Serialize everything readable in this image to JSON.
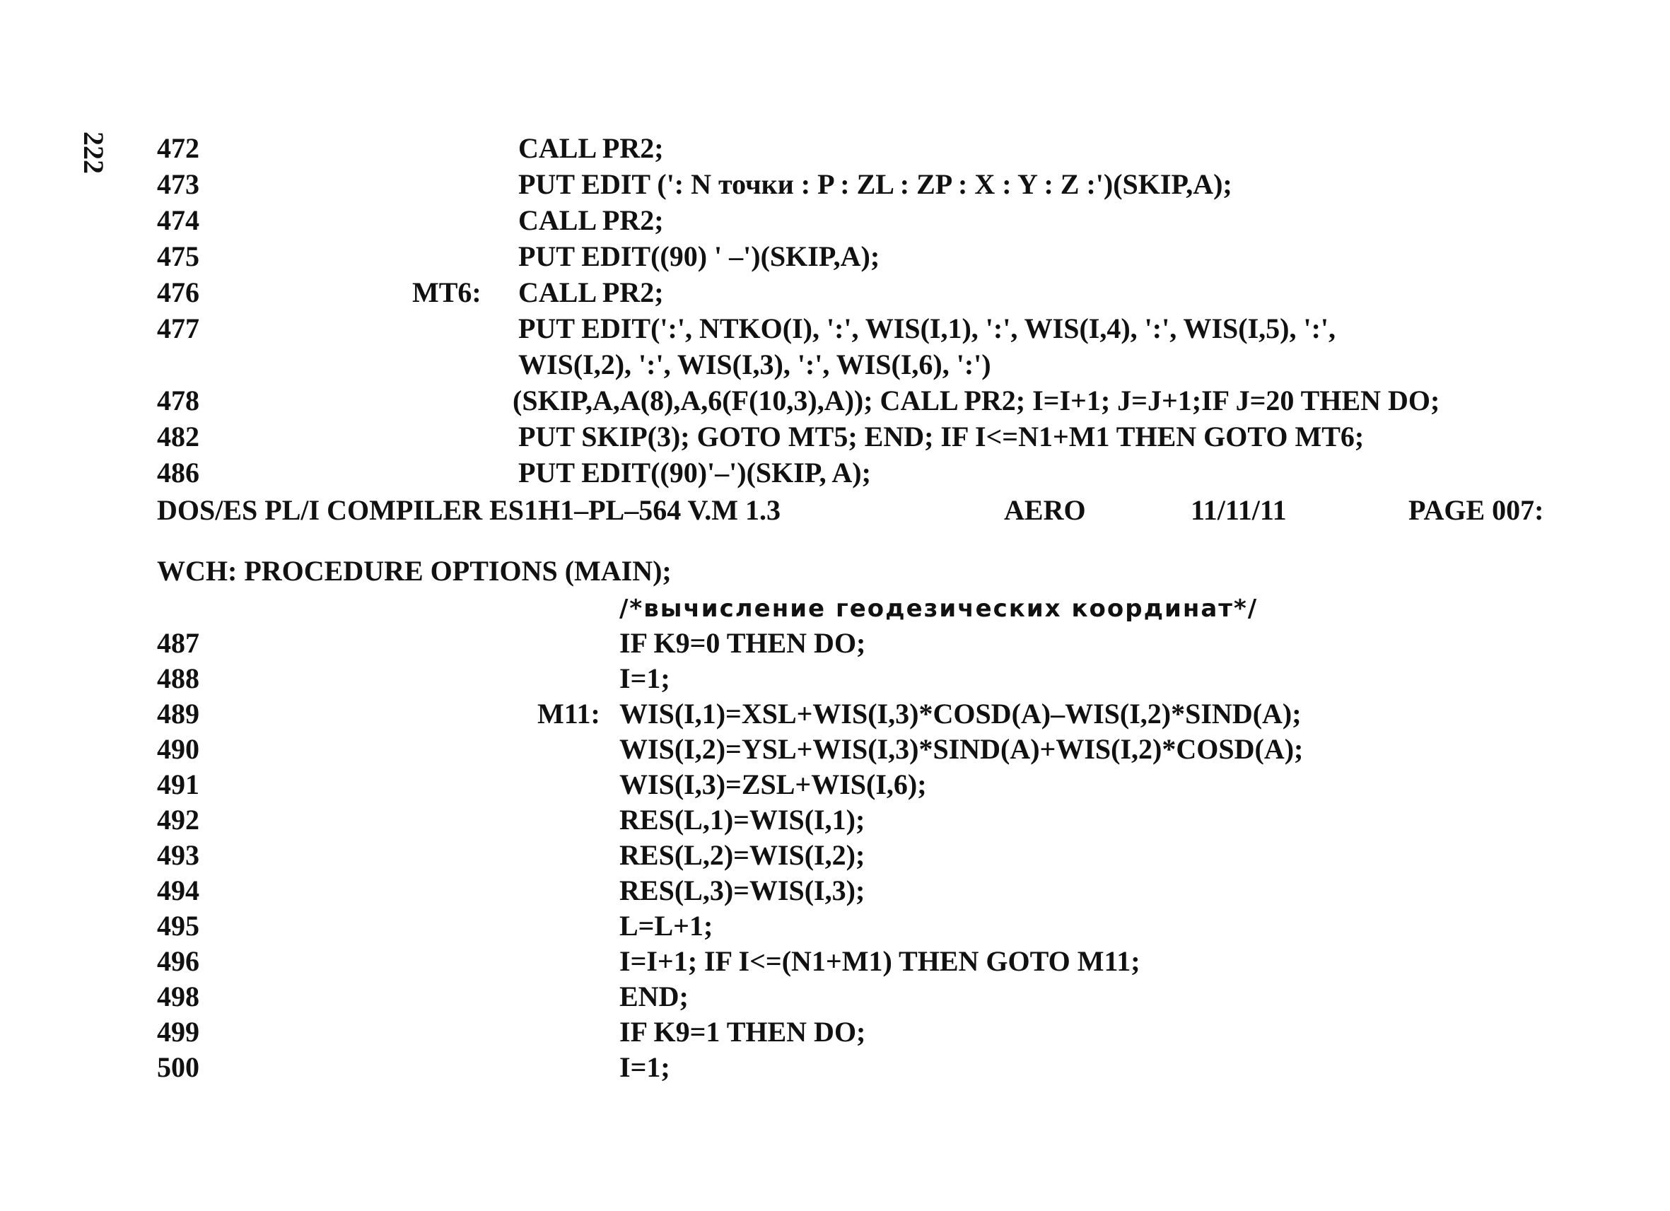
{
  "page_number": "222",
  "block1": [
    {
      "num": "472",
      "label": "",
      "code": "CALL PR2;"
    },
    {
      "num": "473",
      "label": "",
      "code": "PUT EDIT (': N  точки  :  P  :  ZL  :  ZP  :  X  :  Y  :  Z  :')(SKIP,A);"
    },
    {
      "num": "474",
      "label": "",
      "code": "CALL PR2;"
    },
    {
      "num": "475",
      "label": "",
      "code": "PUT EDIT((90) ' –')(SKIP,A);"
    },
    {
      "num": "476",
      "label": "MT6:",
      "code": "CALL PR2;"
    },
    {
      "num": "477",
      "label": "",
      "code": "PUT EDIT(':', NTKO(I), ':', WIS(I,1), ':', WIS(I,4), ':', WIS(I,5), ':',"
    },
    {
      "num": "",
      "label": "",
      "code": "WIS(I,2), ':', WIS(I,3), ':', WIS(I,6), ':')"
    },
    {
      "num": "478",
      "label": "",
      "code": "(SKIP,A,A(8),A,6(F(10,3),A)); CALL PR2; I=I+1; J=J+1;IF J=20 THEN DO;"
    },
    {
      "num": "482",
      "label": "",
      "code": "PUT SKIP(3); GOTO MT5; END; IF I<=N1+M1 THEN GOTO MT6;"
    },
    {
      "num": "486",
      "label": "",
      "code": "PUT EDIT((90)'–')(SKIP, A);"
    }
  ],
  "compiler_header": {
    "left": "DOS/ES  PL/I  COMPILER  ES1H1–PL–564  V.M  1.3",
    "name": "AERO",
    "date": "11/11/11",
    "page": "PAGE 007:"
  },
  "procedure_line": "WCH: PROCEDURE OPTIONS (MAIN);",
  "comment_line": "/*вычисление геодезических координат*/",
  "block2": [
    {
      "num": "487",
      "label": "",
      "code": "IF K9=0 THEN DO;"
    },
    {
      "num": "488",
      "label": "",
      "code": "I=1;"
    },
    {
      "num": "489",
      "label": "M11:",
      "code": "WIS(I,1)=XSL+WIS(I,3)*COSD(A)–WIS(I,2)*SIND(A);"
    },
    {
      "num": "490",
      "label": "",
      "code": "WIS(I,2)=YSL+WIS(I,3)*SIND(A)+WIS(I,2)*COSD(A);"
    },
    {
      "num": "491",
      "label": "",
      "code": "WIS(I,3)=ZSL+WIS(I,6);"
    },
    {
      "num": "492",
      "label": "",
      "code": "RES(L,1)=WIS(I,1);"
    },
    {
      "num": "493",
      "label": "",
      "code": "RES(L,2)=WIS(I,2);"
    },
    {
      "num": "494",
      "label": "",
      "code": "RES(L,3)=WIS(I,3);"
    },
    {
      "num": "495",
      "label": "",
      "code": "L=L+1;"
    },
    {
      "num": "496",
      "label": "",
      "code": "I=I+1; IF I<=(N1+M1) THEN GOTO M11;"
    },
    {
      "num": "498",
      "label": "",
      "code": "END;"
    },
    {
      "num": "499",
      "label": "",
      "code": "IF K9=1 THEN DO;"
    },
    {
      "num": "500",
      "label": "",
      "code": "I=1;"
    }
  ]
}
